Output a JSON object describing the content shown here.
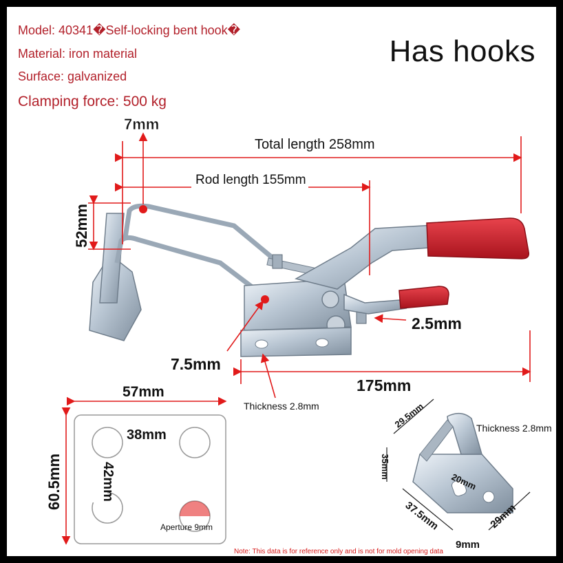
{
  "header": {
    "model": "Model: 40341�Self-locking bent hook�",
    "material": "Material: iron material",
    "surface": "Surface: galvanized",
    "clamping_force": "Clamping force: 500 kg",
    "title": "Has hooks"
  },
  "dimensions": {
    "hook_width": "7mm",
    "total_length": "Total length 258mm",
    "rod_length": "Rod length 155mm",
    "height": "52mm",
    "handle_gap": "2.5mm",
    "pin_dia": "7.5mm",
    "base_length": "175mm",
    "base_thickness": "Thickness 2.8mm"
  },
  "base_plate": {
    "width": "57mm",
    "height": "60.5mm",
    "hole_spacing_x": "38mm",
    "hole_spacing_y": "42mm",
    "aperture": "Aperture 9mm"
  },
  "hook_part": {
    "top_length": "29.5mm",
    "side_height": "35mm",
    "slot": "20mm",
    "bottom_length": "37.5mm",
    "width": "29mm",
    "edge": "9mm",
    "thickness": "Thickness 2.8mm"
  },
  "note": "Note: This data is for reference only and is not for mold opening data",
  "colors": {
    "label_red": "#b2202a",
    "grip_red": "#cf1f2c",
    "metal": "#c9d2db",
    "arrow_red": "#e11a1a"
  }
}
